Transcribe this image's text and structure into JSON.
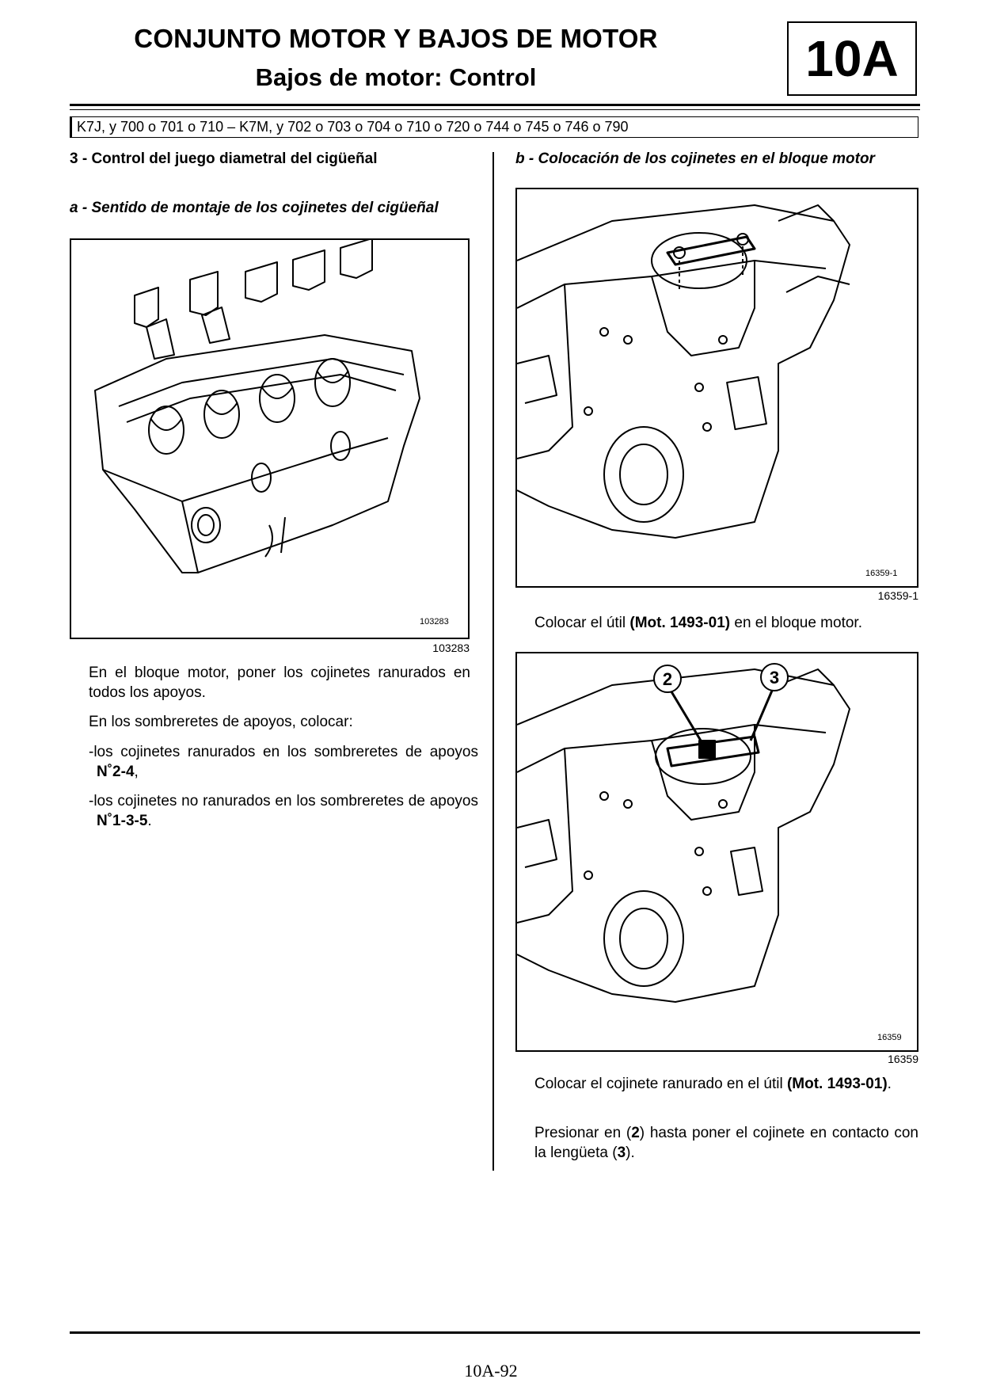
{
  "header": {
    "title": "CONJUNTO MOTOR Y BAJOS DE MOTOR",
    "subtitle": "Bajos de motor: Control",
    "section_badge": "10A"
  },
  "applicability": "K7J, y 700 o 701 o 710 – K7M, y 702 o 703 o 704 o 710 o 720 o 744 o 745 o 746 o 790",
  "left_column": {
    "heading": "3 - Control del juego diametral del cigüeñal",
    "subheading": "a - Sentido de montaje de los cojinetes del cigüeñal",
    "figure": {
      "inner_code": "103283",
      "caption": "103283",
      "icon": "engine-block-bearing-shells-drawing"
    },
    "para1": "En el bloque motor, poner los cojinetes ranurados en todos los apoyos.",
    "para2": "En los sombreretes de apoyos, colocar:",
    "bullet1_text": "los cojinetes ranurados en los sombreretes de apoyos ",
    "bullet1_bold": "N˚2-4",
    "bullet1_end": ",",
    "bullet2_text": "los cojinetes no ranurados en los sombreretes de apoyos ",
    "bullet2_bold": "N˚1-3-5",
    "bullet2_end": ".",
    "bullet_marker": "-"
  },
  "right_column": {
    "subheading": "b - Colocación de los cojinetes en el bloque motor",
    "figure1": {
      "inner_code": "16359-1",
      "caption": "16359-1",
      "icon": "engine-block-tool-drawing"
    },
    "para1_pre": "Colocar el útil ",
    "para1_bold": "(Mot. 1493-01)",
    "para1_post": " en el bloque motor.",
    "figure2": {
      "inner_code": "16359",
      "caption": "16359",
      "callout_2": "2",
      "callout_3": "3",
      "icon": "engine-block-bearing-insert-drawing"
    },
    "para2_pre": "Colocar el cojinete ranurado en el útil ",
    "para2_bold": "(Mot. 1493-01)",
    "para2_post": ".",
    "para3_a": "Presionar en (",
    "para3_b": "2",
    "para3_c": ") hasta poner el cojinete en contacto con la lengüeta (",
    "para3_d": "3",
    "para3_e": ")."
  },
  "footer": {
    "page_number": "10A-92"
  }
}
